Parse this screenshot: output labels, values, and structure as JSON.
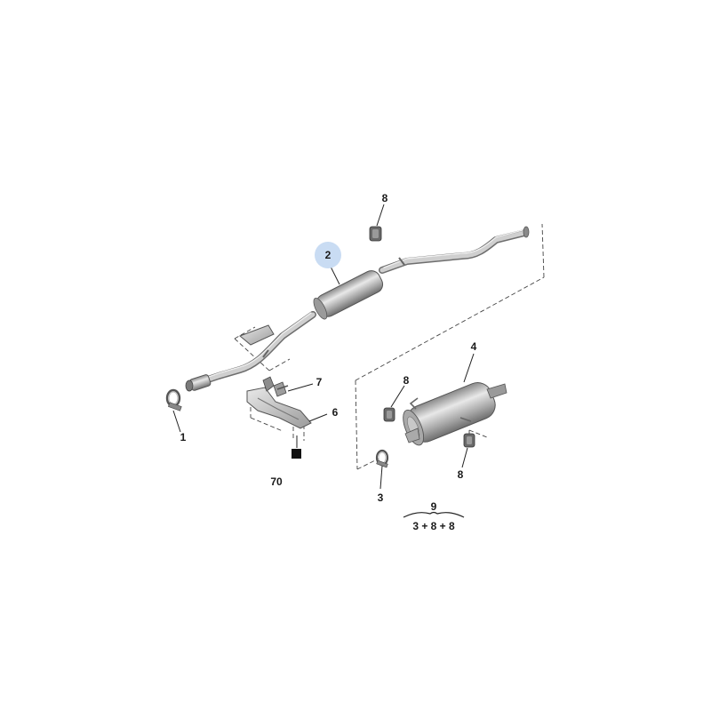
{
  "labels": {
    "p1": "1",
    "p2": "2",
    "p3": "3",
    "p4": "4",
    "p6": "6",
    "p7": "7",
    "p8a": "8",
    "p8b": "8",
    "p8c": "8",
    "p70": "70",
    "p9": "9",
    "kit": "3 + 8 + 8"
  },
  "colors": {
    "highlight_circle": "#c9dcf3",
    "metal_dark": "#6e6e6e",
    "metal_light": "#cfcfcf",
    "marker": "#111111"
  }
}
